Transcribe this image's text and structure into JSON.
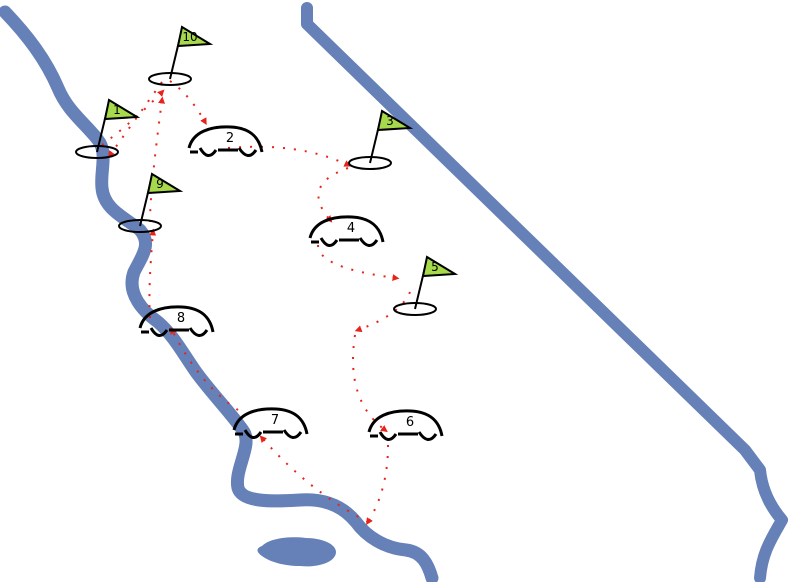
{
  "map": {
    "colors": {
      "water": "#6680b8",
      "route": "#e8231c",
      "flag": "#a7d94c",
      "outline": "#000000",
      "background": "#ffffff"
    },
    "stops": [
      {
        "label": "1",
        "kind": "flag"
      },
      {
        "label": "2",
        "kind": "car"
      },
      {
        "label": "3",
        "kind": "flag"
      },
      {
        "label": "4",
        "kind": "car"
      },
      {
        "label": "5",
        "kind": "flag"
      },
      {
        "label": "6",
        "kind": "car"
      },
      {
        "label": "7",
        "kind": "car"
      },
      {
        "label": "8",
        "kind": "car"
      },
      {
        "label": "9",
        "kind": "flag"
      },
      {
        "label": "10",
        "kind": "flag"
      }
    ]
  }
}
